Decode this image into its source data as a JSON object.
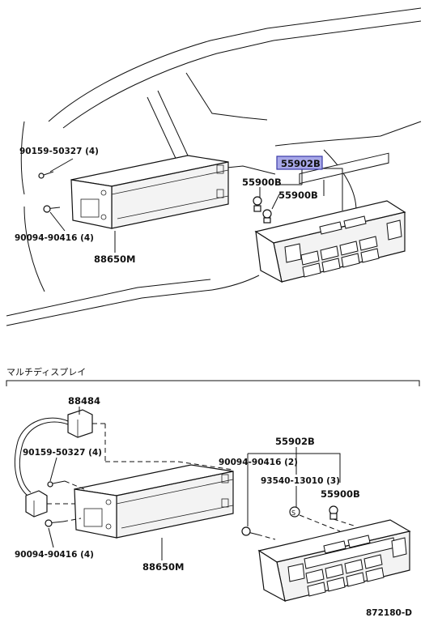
{
  "diagram": {
    "section_title": "マルチディスプレイ",
    "drawing_code": "872180-D",
    "upper": {
      "highlight_part": "55902B",
      "parts": {
        "screw_top": "90159-50327 (4)",
        "bolt_left": "90094-90416 (4)",
        "display_unit": "88650M",
        "screw_a": "55900B",
        "screw_b": "55900B"
      }
    },
    "lower": {
      "parts": {
        "connector": "88484",
        "screw_top": "90159-50327 (4)",
        "bolt_left": "90094-90416 (4)",
        "display_unit": "88650M",
        "panel": "55902B",
        "bolt_panel": "90094-90416 (2)",
        "clip": "93540-13010 (3)",
        "screw": "55900B"
      }
    },
    "colors": {
      "highlight_fill": "#a8a8e8",
      "highlight_border": "#3a3aa8",
      "line": "#111111"
    }
  }
}
